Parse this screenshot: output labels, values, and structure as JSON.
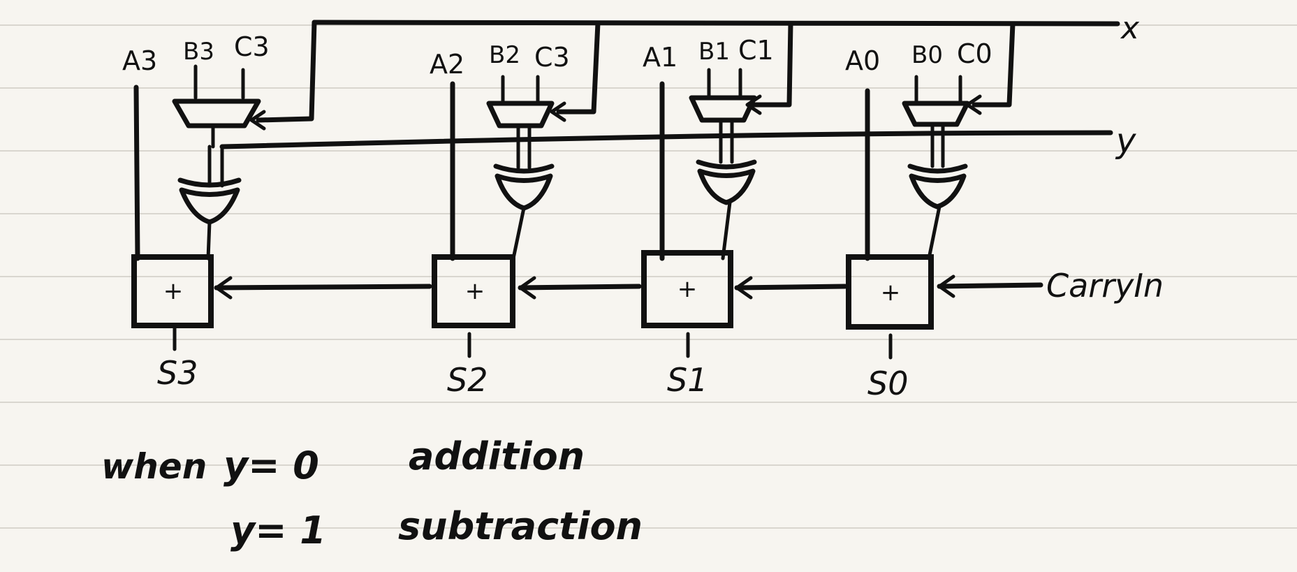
{
  "colors": {
    "paper": "#f7f5f0",
    "ink": "#111111",
    "rule": "#d9d6cf"
  },
  "signals": {
    "x": "x",
    "y": "y",
    "carry_in": "CarryIn"
  },
  "bits": [
    {
      "a": "A3",
      "b": "B3",
      "c": "C3",
      "adder": "+",
      "sum": "S3"
    },
    {
      "a": "A2",
      "b": "B2",
      "c": "C3",
      "adder": "+",
      "sum": "S2"
    },
    {
      "a": "A1",
      "b": "B1",
      "c": "C1",
      "adder": "+",
      "sum": "S1"
    },
    {
      "a": "A0",
      "b": "B0",
      "c": "C0",
      "adder": "+",
      "sum": "S0"
    }
  ],
  "notes": {
    "when": "when",
    "line1_cond": "y= 0",
    "line1_op": "addition",
    "line2_cond": "y= 1",
    "line2_op": "subtraction"
  }
}
